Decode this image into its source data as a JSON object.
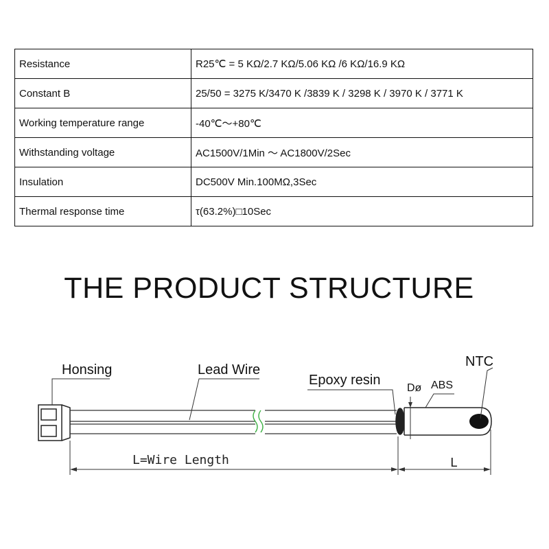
{
  "spec_table": {
    "rows": [
      {
        "label": "Resistance",
        "value": "R25℃ = 5 KΩ/2.7 KΩ/5.06 KΩ /6 KΩ/16.9 KΩ"
      },
      {
        "label": "Constant B",
        "value": "25/50  =  3275 K/3470 K /3839 K / 3298 K /  3970 K / 3771 K"
      },
      {
        "label": "Working temperature range",
        "value": "-40℃～+80℃"
      },
      {
        "label": "Withstanding voltage",
        "value": "AC1500V/1Min ～ AC1800V/2Sec"
      },
      {
        "label": "Insulation",
        "value": "DC500V Min.100MΩ,3Sec"
      },
      {
        "label": "Thermal response time",
        "value": "τ(63.2%)□10Sec"
      }
    ]
  },
  "section_title": "THE PRODUCT STRUCTURE",
  "diagram": {
    "labels": {
      "housing": "Honsing",
      "lead_wire": "Lead Wire",
      "epoxy": "Epoxy resin",
      "diameter": "Dø",
      "abs": "ABS",
      "ntc": "NTC",
      "wire_length": "L=Wire Length",
      "length": "L"
    }
  }
}
